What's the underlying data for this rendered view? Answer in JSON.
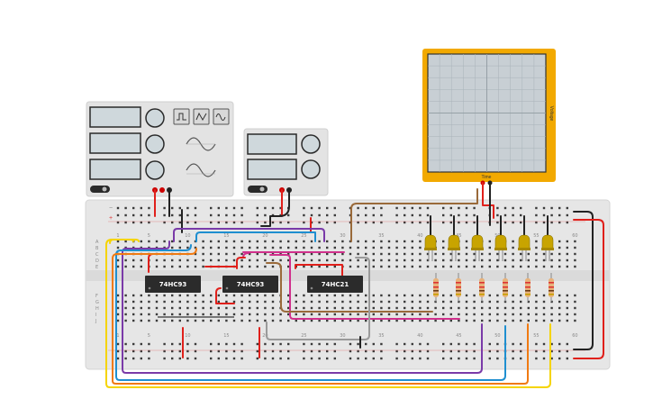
{
  "chips": [
    {
      "part": "74HC93"
    },
    {
      "part": "74HC93"
    },
    {
      "part": "74HC21"
    }
  ],
  "oscilloscope": {
    "time_label": "Time",
    "voltage_label": "Voltage"
  },
  "breadboard": {
    "top_numbers": [
      "1",
      "5",
      "10",
      "15",
      "20",
      "25",
      "30",
      "35",
      "40",
      "45",
      "50",
      "55",
      "60"
    ],
    "bottom_numbers": [
      "1",
      "5",
      "10",
      "15",
      "20",
      "25",
      "30",
      "35",
      "40",
      "45",
      "50",
      "55",
      "60"
    ],
    "row_letters_top": [
      "A",
      "B",
      "C",
      "D",
      "E"
    ],
    "row_letters_bottom": [
      "F",
      "G",
      "H",
      "I",
      "J"
    ]
  },
  "function_generator": {
    "wave_buttons": [
      "square-wave",
      "triangle-wave",
      "sine-wave"
    ]
  },
  "colors": {
    "breadboard": "#e6e6e6",
    "scope_frame": "#f2a900",
    "chip": "#2b2b2b",
    "led": "#c8a400",
    "wire_red": "#e0201b",
    "wire_black": "#222222",
    "wire_yellow": "#f5d400",
    "wire_blue": "#1f8fd0",
    "wire_purple": "#7a3aa8",
    "wire_pink": "#d0308c",
    "wire_orange": "#f07a12",
    "wire_brown": "#9a6a3a",
    "wire_gray": "#9a9a9a"
  }
}
